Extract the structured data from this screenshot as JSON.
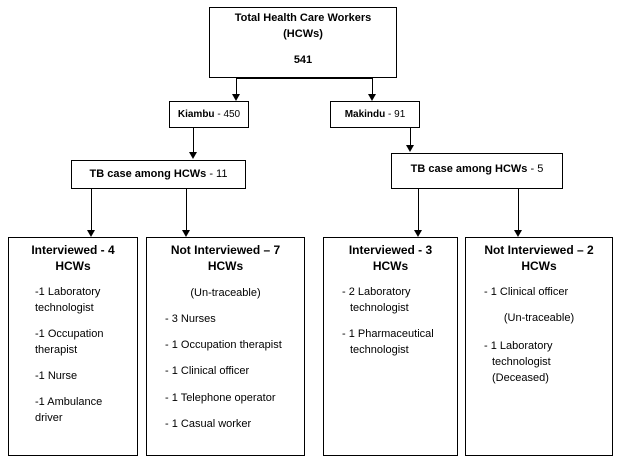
{
  "top": {
    "title_line1": "Total Health Care Workers",
    "title_line2": "(HCWs)",
    "count": "541"
  },
  "left_county": {
    "name": "Kiambu",
    "sep": " - ",
    "count": "450"
  },
  "right_county": {
    "name": "Makindu",
    "sep": " - ",
    "count": "91"
  },
  "left_tb": {
    "label": "TB case among HCWs",
    "sep": " - ",
    "count": "11"
  },
  "right_tb": {
    "label": "TB case among HCWs",
    "sep": " - ",
    "count": "5"
  },
  "leaves": [
    {
      "title_line1": "Interviewed - 4",
      "title_line2": "HCWs",
      "note": "",
      "items": [
        "-1 Laboratory",
        "technologist",
        "-1 Occupation",
        "therapist",
        "-1 Nurse",
        "-1 Ambulance",
        "driver"
      ]
    },
    {
      "title_line1": "Not Interviewed – 7",
      "title_line2": "HCWs",
      "note": "(Un-traceable)",
      "items": [
        "- 3 Nurses",
        "- 1 Occupation therapist",
        "- 1 Clinical officer",
        "- 1 Telephone operator",
        "- 1 Casual worker"
      ]
    },
    {
      "title_line1": "Interviewed - 3",
      "title_line2": "HCWs",
      "note": "",
      "items": [
        "- 2 Laboratory",
        "technologist",
        "- 1 Pharmaceutical",
        "technologist"
      ]
    },
    {
      "title_line1": "Not Interviewed – 2",
      "title_line2": "HCWs",
      "note": "(Un-traceable)",
      "items": [
        "- 1 Clinical officer",
        "- 1 Laboratory",
        "technologist",
        "(Deceased)"
      ]
    }
  ]
}
